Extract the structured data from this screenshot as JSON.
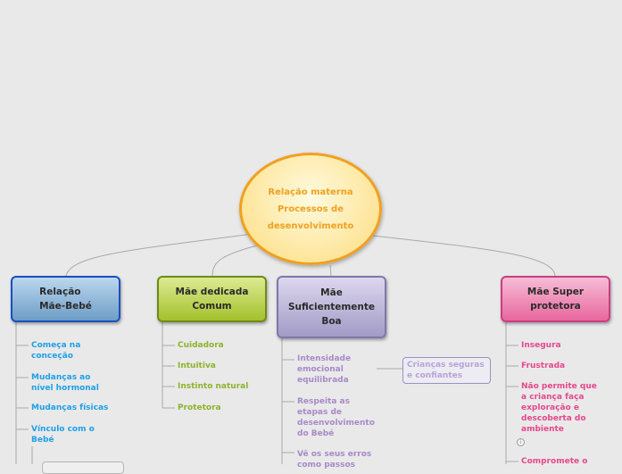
{
  "center": {
    "lines": [
      "Relação materna",
      "Processos de",
      "desenvolvimento"
    ]
  },
  "branches": [
    {
      "label": "Relação\n    Mãe-Bebé",
      "items": [
        "Começa na\nconceção",
        "Mudanças ao\nnível hormonal",
        "Mudanças físicas",
        "Vínculo com o\nBebé"
      ]
    },
    {
      "label": "Mãe dedicada\nComum",
      "items": [
        "Cuidadora",
        "Intuitiva",
        "Instinto natural",
        "Protetora"
      ]
    },
    {
      "label": "Mãe\nSuficientemente\nBoa",
      "items": [
        "Intensidade\nemocional\nequilibrada",
        "Respeita as\netapas de\ndesenvolvimento\ndo Bebé",
        "Vê os seus erros\ncomo passos"
      ],
      "sub": "Crianças seguras\ne confiantes"
    },
    {
      "label": "Mãe        Super\nprotetora",
      "items": [
        "Insegura",
        "Frustrada",
        "Não permite que\na criança faça\nexploração e\ndescoberta do\nambiente",
        "Compromete o"
      ]
    }
  ],
  "colors": {
    "center_border": "#f0a020",
    "blue": "#1fa0e6",
    "green": "#8db32c",
    "purple": "#a889c8",
    "pink": "#e6478c"
  }
}
